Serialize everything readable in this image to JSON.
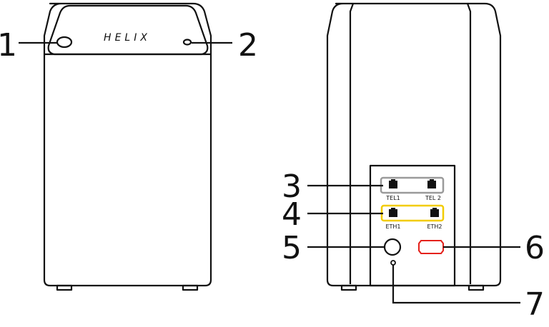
{
  "front_view": {
    "brand": "HELIX",
    "callouts": {
      "one": "1",
      "two": "2"
    }
  },
  "back_view": {
    "callouts": {
      "three": "3",
      "four": "4",
      "five": "5",
      "six": "6",
      "seven": "7"
    },
    "ports": {
      "tel1": "TEL1",
      "tel2": "TEL 2",
      "eth1": "ETH1",
      "eth2": "ETH2"
    }
  },
  "colors": {
    "outline": "#111111",
    "tel_group_border": "#9a9a9a",
    "eth_group_border": "#f2cc00",
    "power_highlight": "#e4211b"
  }
}
